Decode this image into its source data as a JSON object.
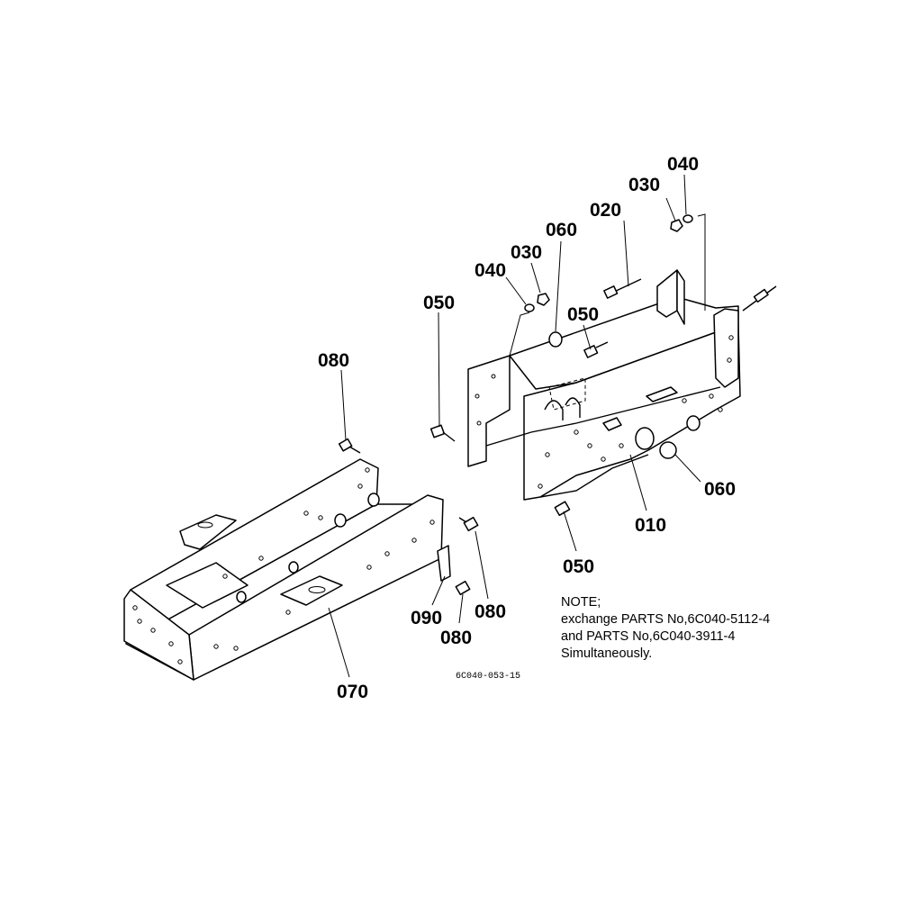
{
  "diagram": {
    "callouts": {
      "c010": "010",
      "c020": "020",
      "c030_left": "030",
      "c030_right": "030",
      "c040_left": "040",
      "c040_right": "040",
      "c050_left": "050",
      "c050_mid": "050",
      "c050_bottom": "050",
      "c060_top": "060",
      "c060_right": "060",
      "c070": "070",
      "c080_top": "080",
      "c080_right": "080",
      "c080_bottom": "080",
      "c090": "090"
    },
    "note": {
      "heading": "NOTE;",
      "line1": "exchange PARTS No,6C040-5112-4",
      "line2": "and PARTS No,6C040-3911-4",
      "line3": "Simultaneously."
    },
    "drawing_code": "6C040-053-15"
  }
}
